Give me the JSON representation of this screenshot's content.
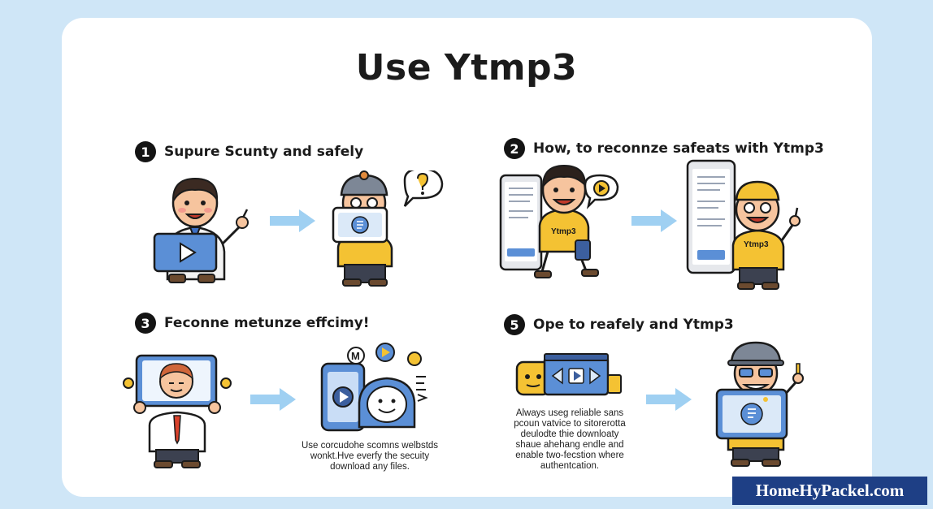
{
  "title": "Use Ytmp3",
  "steps": [
    {
      "number": "1",
      "label": "Supure Scunty and safely"
    },
    {
      "number": "2",
      "label": "How, to reconnze safeats with Ytmp3"
    },
    {
      "number": "3",
      "label": "Feconne metunze effcimy!"
    },
    {
      "number": "5",
      "label": "Ope to reafely and Ytmp3"
    }
  ],
  "shirt_text": "Ytmp3",
  "badge_letter": "M",
  "captions": {
    "left": [
      "Use corcudohe scomns welbstds",
      "wonkt.Hve everfy the secuity",
      "download any files."
    ],
    "right": [
      "Always useg reliable sans",
      "pcoun vatvice to sitorerotta",
      "deulodte thie downloaty",
      "shaue ahehang endle and",
      "enable two-fecstion where",
      "authentcation."
    ]
  },
  "watermark": "HomeHyPackel.com",
  "colors": {
    "background": "#cfe6f7",
    "card": "#ffffff",
    "accent_blue": "#5b8fd6",
    "arrow": "#9fd0f2",
    "shirt_yellow": "#f4c233",
    "watermark_bg": "#1e3f85"
  }
}
